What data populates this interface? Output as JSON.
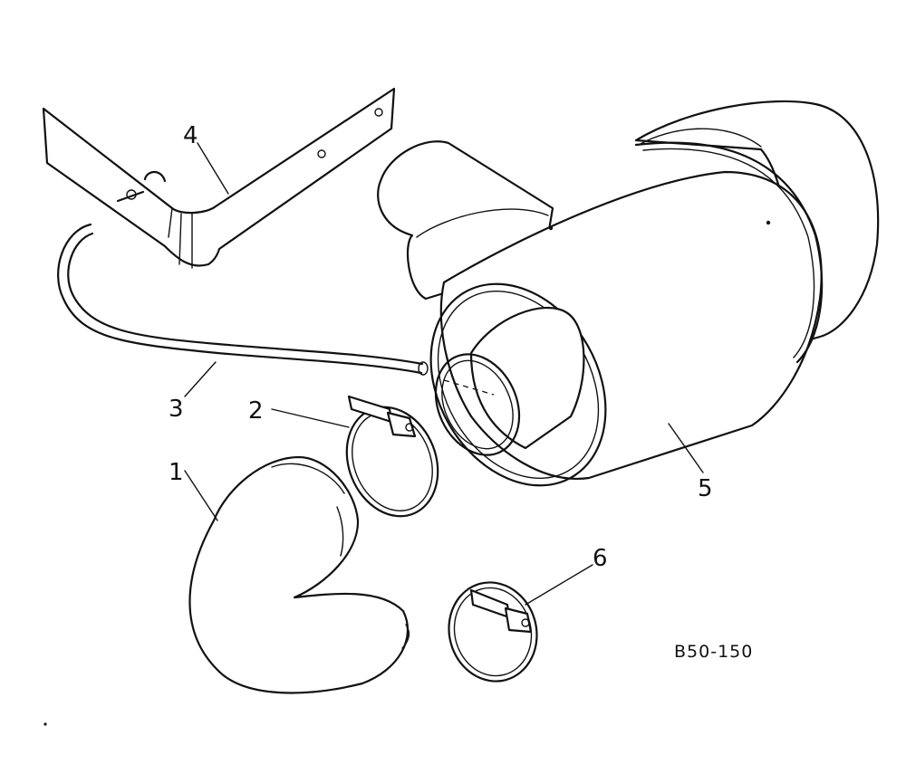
{
  "callouts": [
    {
      "id": "1",
      "label": "1"
    },
    {
      "id": "2",
      "label": "2"
    },
    {
      "id": "3",
      "label": "3"
    },
    {
      "id": "4",
      "label": "4"
    },
    {
      "id": "5",
      "label": "5"
    },
    {
      "id": "6",
      "label": "6"
    }
  ],
  "reference_code": "B50-150",
  "colors": {
    "line": "#111111",
    "background": "#ffffff"
  }
}
